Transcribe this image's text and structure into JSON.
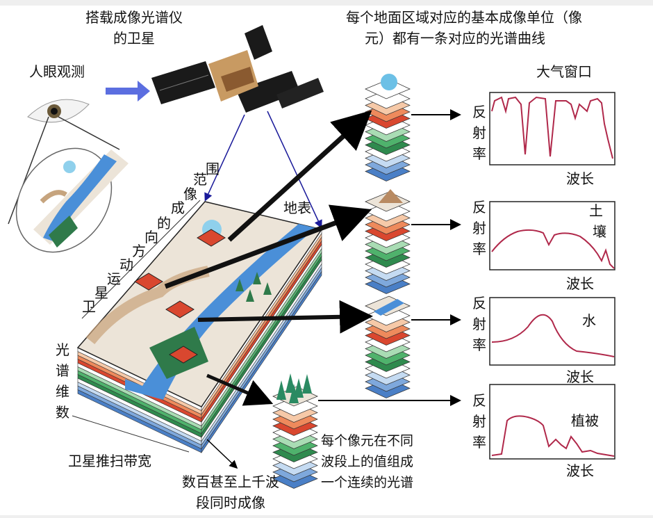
{
  "labels": {
    "satellite_line1": "搭载成像光谱仪",
    "satellite_line2": "的卫星",
    "pixel_note_line1": "每个地面区域对应的基本成像单位（像",
    "pixel_note_line2": "元）都有一条对应的光谱曲线",
    "human_eye": "人眼观测",
    "atmos_window": "大气窗口",
    "surface": "地表",
    "direction_chars": [
      "卫",
      "星",
      "运",
      "动",
      "方",
      "向",
      "的",
      "成",
      "像",
      "范",
      "围"
    ],
    "spectral_dim_chars": [
      "光",
      "谱",
      "维",
      "数"
    ],
    "swath": "卫星推扫带宽",
    "bands_line1": "数百甚至上千波",
    "bands_line2": "段同时成像",
    "pixel_spectrum_line1": "每个像元在不同",
    "pixel_spectrum_line2": "波段上的值组成",
    "pixel_spectrum_line3": "一个连续的光谱"
  },
  "graphs": [
    {
      "name": "atmosphere",
      "title": "",
      "y_chars": [
        "反",
        "射",
        "率"
      ],
      "x_label": "波长"
    },
    {
      "name": "soil",
      "title_chars": [
        "土",
        "壤"
      ],
      "y_chars": [
        "反",
        "射",
        "率"
      ],
      "x_label": "波长"
    },
    {
      "name": "water",
      "title": "水",
      "y_chars": [
        "反",
        "射",
        "率"
      ],
      "x_label": "波长"
    },
    {
      "name": "vegetation",
      "title": "植被",
      "y_chars": [
        "反",
        "射",
        "率"
      ],
      "x_label": "波长"
    }
  ],
  "colors": {
    "curve": "#b0284a",
    "layers": [
      "#ffffff",
      "#f6c9a8",
      "#ee8a5c",
      "#d9472f",
      "#ffffff",
      "#a9dcb4",
      "#4fb26c",
      "#2f8a4e",
      "#ffffff",
      "#c5dbf2",
      "#7ea8dc",
      "#4a7fc6"
    ],
    "arrow_blue": "#5b6ee0",
    "thin_arrow": "#1a1a9a",
    "river": "#4a8fd8",
    "land": "#ece4d8"
  }
}
